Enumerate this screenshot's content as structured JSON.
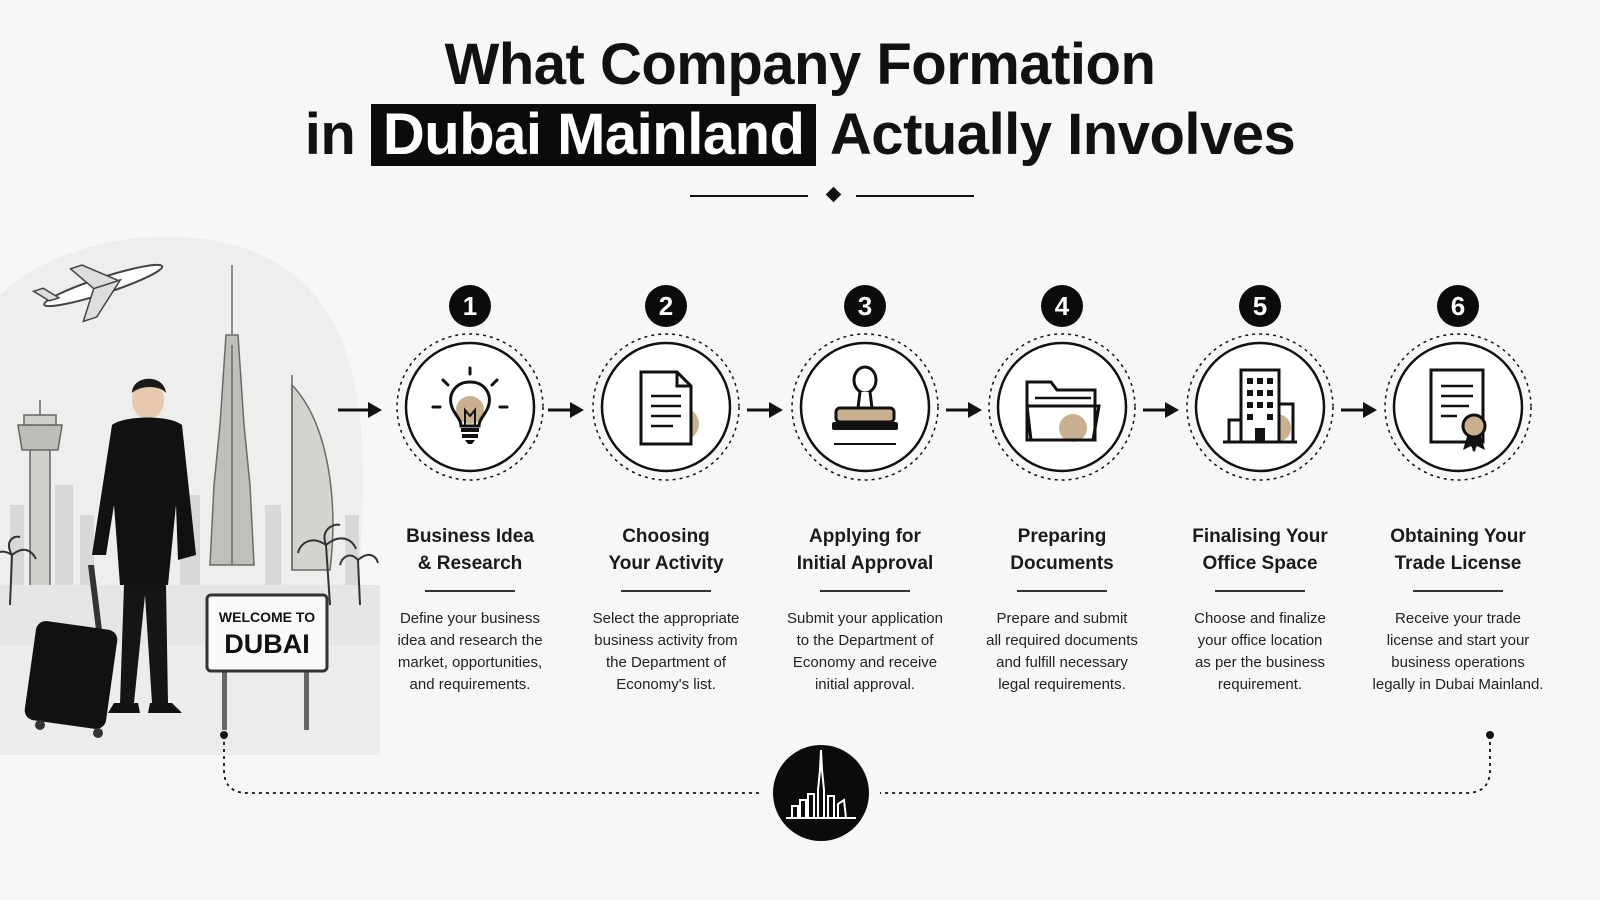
{
  "title": {
    "line1": "What Company Formation",
    "line2_prefix": "in",
    "line2_highlight": "Dubai Mainland",
    "line2_suffix": "Actually Involves"
  },
  "illustration": {
    "sign_line1": "WELCOME TO",
    "sign_line2": "DUBAI"
  },
  "steps": [
    {
      "number": "1",
      "title_line1": "Business Idea",
      "title_line2": "& Research",
      "desc": [
        "Define your business",
        "idea and research the",
        "market, opportunities,",
        "and requirements."
      ],
      "icon": "lightbulb-icon"
    },
    {
      "number": "2",
      "title_line1": "Choosing",
      "title_line2": "Your Activity",
      "desc": [
        "Select the appropriate",
        "business activity from",
        "the Department of",
        "Economy's list."
      ],
      "icon": "document-icon"
    },
    {
      "number": "3",
      "title_line1": "Applying for",
      "title_line2": "Initial Approval",
      "desc": [
        "Submit your application",
        "to the Department of",
        "Economy and receive",
        "initial approval."
      ],
      "icon": "stamp-icon"
    },
    {
      "number": "4",
      "title_line1": "Preparing",
      "title_line2": "Documents",
      "desc": [
        "Prepare and submit",
        "all required documents",
        "and fulfill necessary",
        "legal requirements."
      ],
      "icon": "folder-icon"
    },
    {
      "number": "5",
      "title_line1": "Finalising Your",
      "title_line2": "Office Space",
      "desc": [
        "Choose and finalize",
        "your office location",
        "as per the business",
        "requirement."
      ],
      "icon": "building-icon"
    },
    {
      "number": "6",
      "title_line1": "Obtaining Your",
      "title_line2": "Trade License",
      "desc": [
        "Receive your trade",
        "license and start your",
        "business operations",
        "legally in Dubai Mainland."
      ],
      "icon": "certificate-icon"
    }
  ],
  "colors": {
    "accent": "#0b0b0b",
    "tan": "#c9b08f",
    "background": "#f7f7f6"
  },
  "bottom_icon": "dubai-skyline-icon"
}
